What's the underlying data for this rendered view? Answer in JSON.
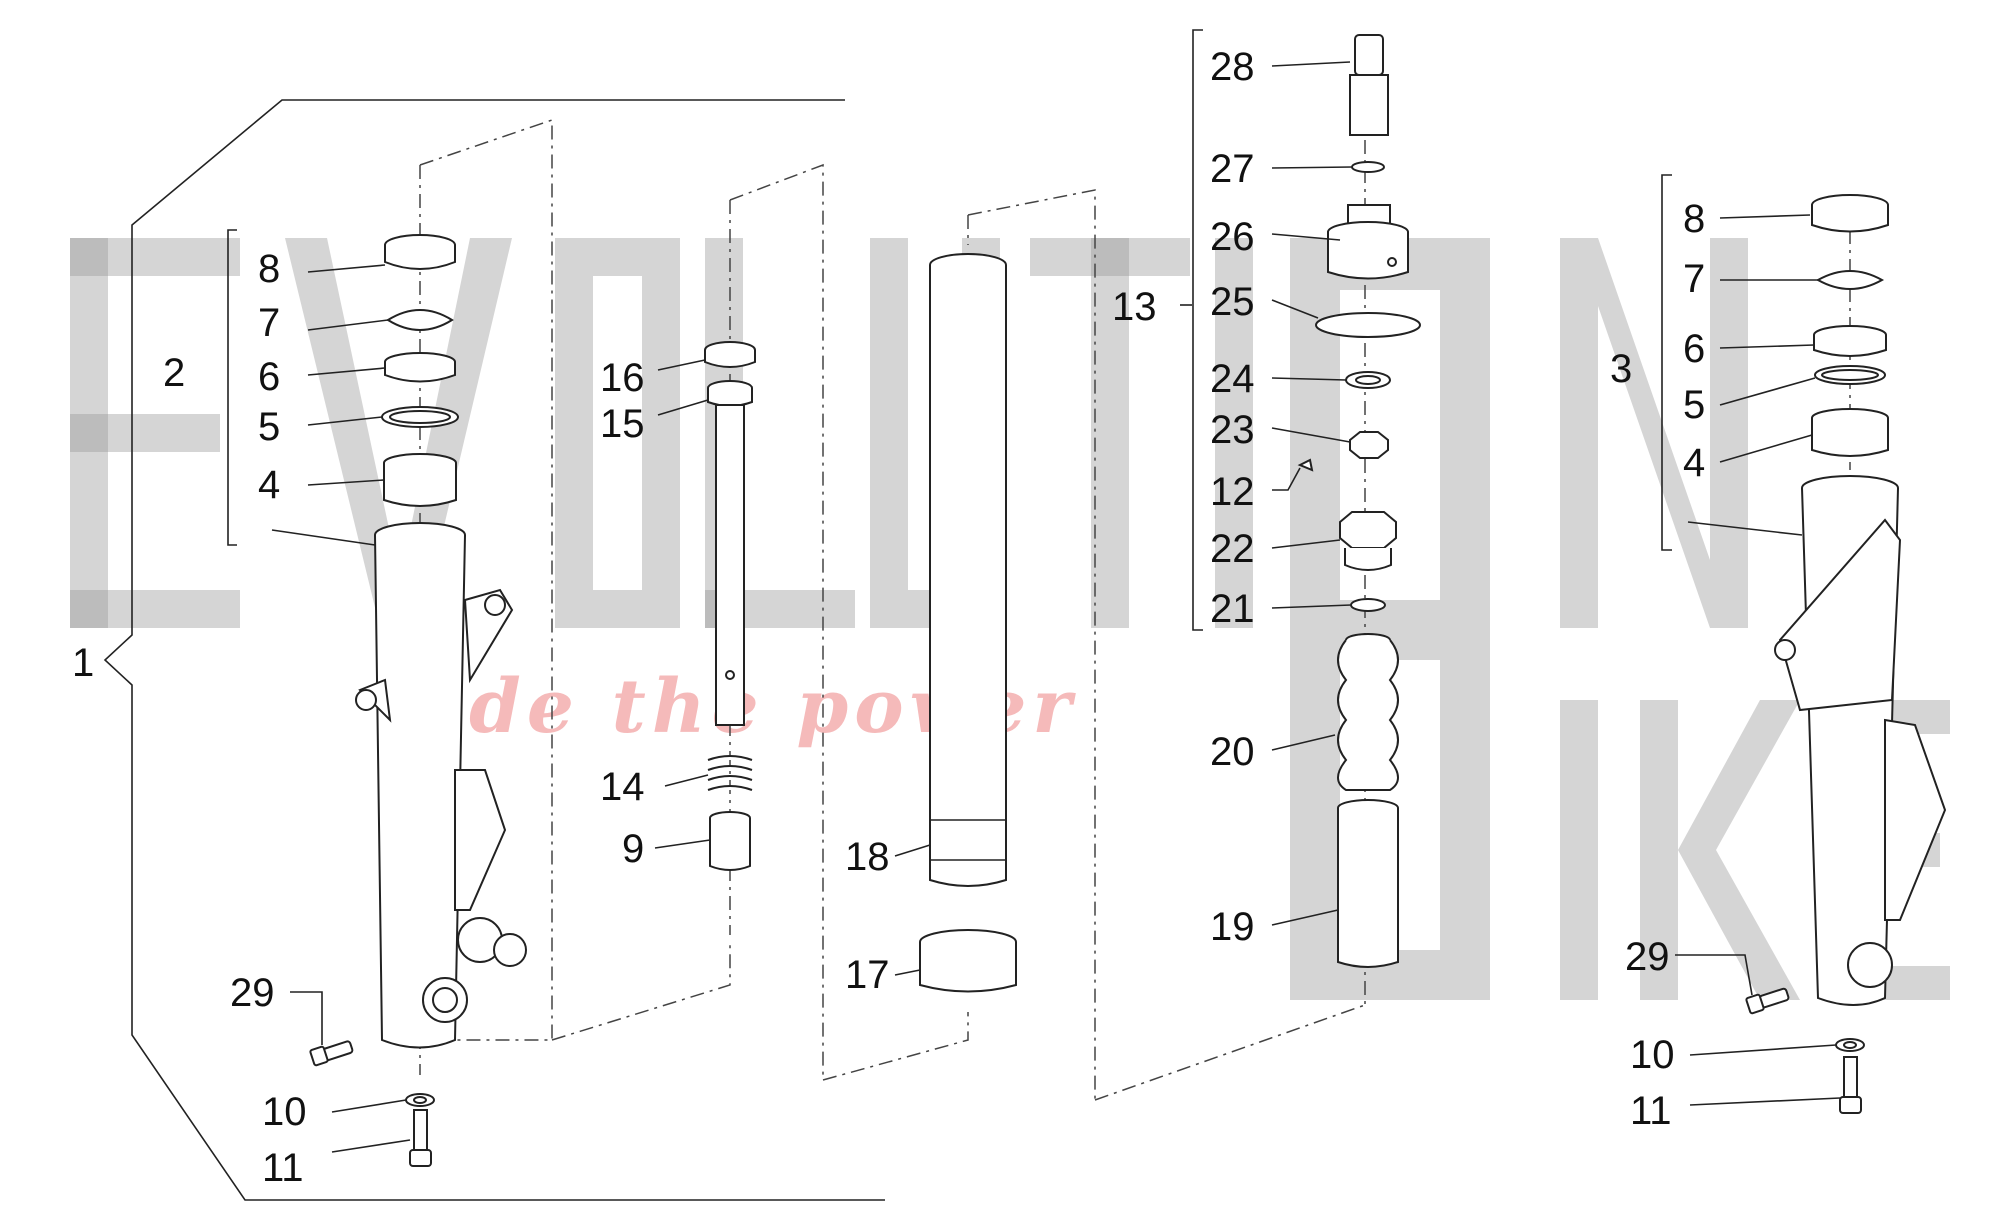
{
  "watermark": {
    "brand_line1": "EVOLUTION",
    "brand_line2": "BIKE",
    "slogan": "ride the power"
  },
  "callouts": [
    {
      "id": "l-1",
      "text": "1"
    },
    {
      "id": "l-2",
      "text": "2"
    },
    {
      "id": "l-8a",
      "text": "8"
    },
    {
      "id": "l-7a",
      "text": "7"
    },
    {
      "id": "l-6a",
      "text": "6"
    },
    {
      "id": "l-5a",
      "text": "5"
    },
    {
      "id": "l-4a",
      "text": "4"
    },
    {
      "id": "l-29a",
      "text": "29"
    },
    {
      "id": "l-10a",
      "text": "10"
    },
    {
      "id": "l-11a",
      "text": "11"
    },
    {
      "id": "l-16",
      "text": "16"
    },
    {
      "id": "l-15",
      "text": "15"
    },
    {
      "id": "l-14",
      "text": "14"
    },
    {
      "id": "l-9",
      "text": "9"
    },
    {
      "id": "l-18",
      "text": "18"
    },
    {
      "id": "l-17",
      "text": "17"
    },
    {
      "id": "l-13",
      "text": "13"
    },
    {
      "id": "l-28",
      "text": "28"
    },
    {
      "id": "l-27",
      "text": "27"
    },
    {
      "id": "l-26",
      "text": "26"
    },
    {
      "id": "l-25",
      "text": "25"
    },
    {
      "id": "l-24",
      "text": "24"
    },
    {
      "id": "l-23",
      "text": "23"
    },
    {
      "id": "l-12",
      "text": "12"
    },
    {
      "id": "l-22",
      "text": "22"
    },
    {
      "id": "l-21",
      "text": "21"
    },
    {
      "id": "l-20",
      "text": "20"
    },
    {
      "id": "l-19",
      "text": "19"
    },
    {
      "id": "l-3",
      "text": "3"
    },
    {
      "id": "l-8b",
      "text": "8"
    },
    {
      "id": "l-7b",
      "text": "7"
    },
    {
      "id": "l-6b",
      "text": "6"
    },
    {
      "id": "l-5b",
      "text": "5"
    },
    {
      "id": "l-4b",
      "text": "4"
    },
    {
      "id": "l-29b",
      "text": "29"
    },
    {
      "id": "l-10b",
      "text": "10"
    },
    {
      "id": "l-11b",
      "text": "11"
    }
  ]
}
